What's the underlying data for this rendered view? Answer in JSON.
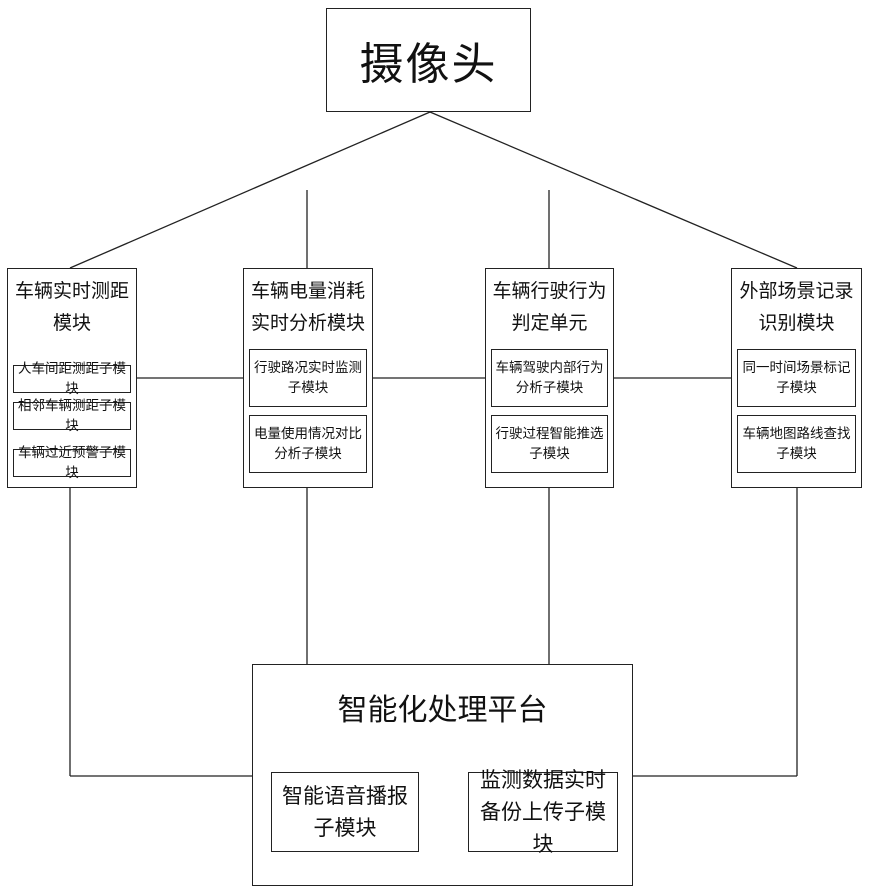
{
  "top": {
    "label": "摄像头"
  },
  "modules": [
    {
      "title": "车辆实时测距模块",
      "subs": [
        "人车间距测距子模块",
        "相邻车辆测距子模块",
        "车辆过近预警子模块"
      ]
    },
    {
      "title": "车辆电量消耗实时分析模块",
      "subs": [
        "行驶路况实时监测子模块",
        "电量使用情况对比分析子模块"
      ]
    },
    {
      "title": "车辆行驶行为判定单元",
      "subs": [
        "车辆驾驶内部行为分析子模块",
        "行驶过程智能推选子模块"
      ]
    },
    {
      "title": "外部场景记录识别模块",
      "subs": [
        "同一时间场景标记子模块",
        "车辆地图路线查找子模块"
      ]
    }
  ],
  "platform": {
    "title": "智能化处理平台",
    "subs": [
      "智能语音播报子模块",
      "监测数据实时备份上传子模块"
    ]
  }
}
